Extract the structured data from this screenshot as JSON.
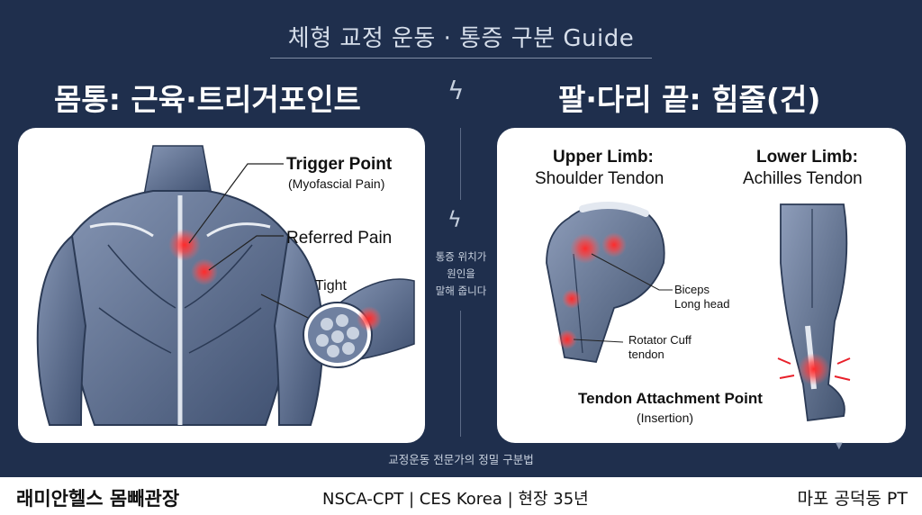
{
  "header": {
    "title": "체형 교정 운동 · 통증 구분 Guide",
    "left_heading": "몸통: 근육·트리거포인트",
    "right_heading": "팔·다리 끝: 힘줄(건)"
  },
  "left_panel": {
    "trigger_point": "Trigger Point",
    "trigger_sub": "(Myofascial Pain)",
    "referred_pain": "Referred Pain",
    "tight": "Tight"
  },
  "right_panel": {
    "upper_title": "Upper Limb:",
    "upper_sub": "Shoulder Tendon",
    "lower_title": "Lower Limb:",
    "lower_sub": "Achilles Tendon",
    "biceps_1": "Biceps",
    "biceps_2": "Long head",
    "rotator_1": "Rotator Cuff",
    "rotator_2": "tendon",
    "attach_title": "Tendon Attachment Point",
    "attach_sub": "(Insertion)"
  },
  "middle_note": {
    "line1": "통증 위치가",
    "line2": "원인을",
    "line3": "말해 줍니다"
  },
  "tagline": "교정운동 전문가의 정밀 구분법",
  "footer": {
    "brand": "래미안헬스 몸빼관장",
    "credentials": "NSCA-CPT | CES Korea | 현장 35년",
    "location": "마포 공덕동 PT"
  },
  "colors": {
    "background": "#1f2f4d",
    "muscle": "#5d6f8f",
    "pain": "#e8202a"
  }
}
